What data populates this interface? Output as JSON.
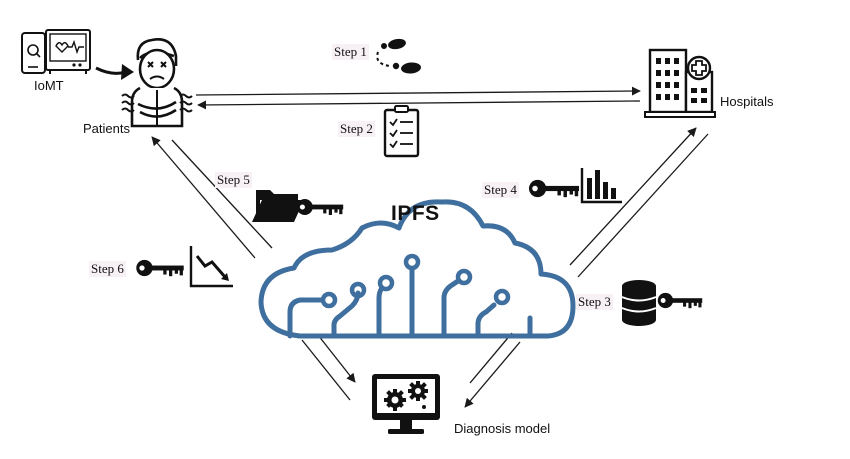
{
  "diagram": {
    "nodes": {
      "iomt": "IoMT",
      "patients": "Patients",
      "hospitals": "Hospitals",
      "ipfs": "IPFS",
      "diagnosis": "Diagnosis model"
    },
    "steps": {
      "step1": "Step 1",
      "step2": "Step 2",
      "step3": "Step 3",
      "step4": "Step 4",
      "step5": "Step 5",
      "step6": "Step 6"
    },
    "colors": {
      "cloud": "#3f6f9e",
      "ink": "#111111",
      "arrow": "#1a1a1a",
      "label_bg": "#f7f0f5"
    },
    "icons": {
      "iomt": [
        "tablet-icon",
        "heart-monitor-icon"
      ],
      "patients": "sick-patient-icon",
      "hospitals": "hospital-building-icon",
      "cloud": "ipfs-cloud-circuit-icon",
      "diagnosis": "monitor-gears-icon",
      "step1": "footprints-icon",
      "step2": "checklist-icon",
      "step3": [
        "database-icon",
        "key-icon"
      ],
      "step4": [
        "key-icon",
        "bar-chart-icon"
      ],
      "step5": [
        "folder-icon",
        "key-icon"
      ],
      "step6": [
        "key-icon",
        "declining-chart-icon"
      ]
    }
  }
}
